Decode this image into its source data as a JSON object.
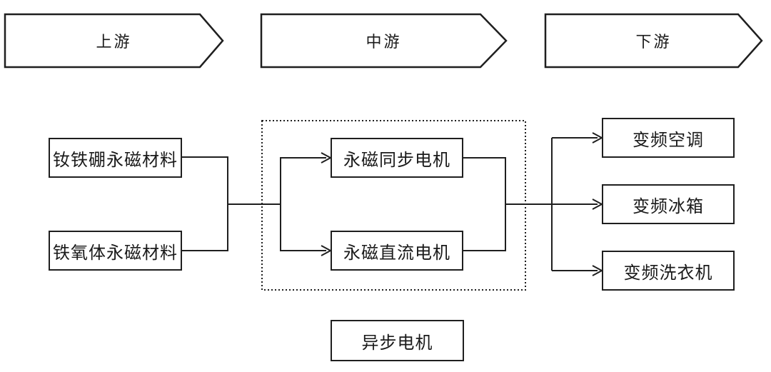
{
  "colors": {
    "background": "#ffffff",
    "line": "#1f1f1f",
    "text": "#1a1a1a"
  },
  "stages": [
    {
      "label": "上游"
    },
    {
      "label": "中游"
    },
    {
      "label": "下游"
    }
  ],
  "nodes": {
    "upstream": [
      {
        "label": "钕铁硼永磁材料"
      },
      {
        "label": "铁氧体永磁材料"
      }
    ],
    "midstream": [
      {
        "label": "永磁同步电机"
      },
      {
        "label": "永磁直流电机"
      }
    ],
    "downstream": [
      {
        "label": "变频空调"
      },
      {
        "label": "变频冰箱"
      },
      {
        "label": "变频洗衣机"
      }
    ],
    "standalone": [
      {
        "label": "异步电机"
      }
    ]
  },
  "edges": [
    {
      "from": "钕铁硼永磁材料",
      "to": "永磁同步电机"
    },
    {
      "from": "钕铁硼永磁材料",
      "to": "永磁直流电机"
    },
    {
      "from": "铁氧体永磁材料",
      "to": "永磁同步电机"
    },
    {
      "from": "铁氧体永磁材料",
      "to": "永磁直流电机"
    },
    {
      "from": "永磁同步电机",
      "to": "变频空调"
    },
    {
      "from": "永磁同步电机",
      "to": "变频冰箱"
    },
    {
      "from": "永磁同步电机",
      "to": "变频洗衣机"
    },
    {
      "from": "永磁直流电机",
      "to": "变频空调"
    },
    {
      "from": "永磁直流电机",
      "to": "变频冰箱"
    },
    {
      "from": "永磁直流电机",
      "to": "变频洗衣机"
    }
  ]
}
